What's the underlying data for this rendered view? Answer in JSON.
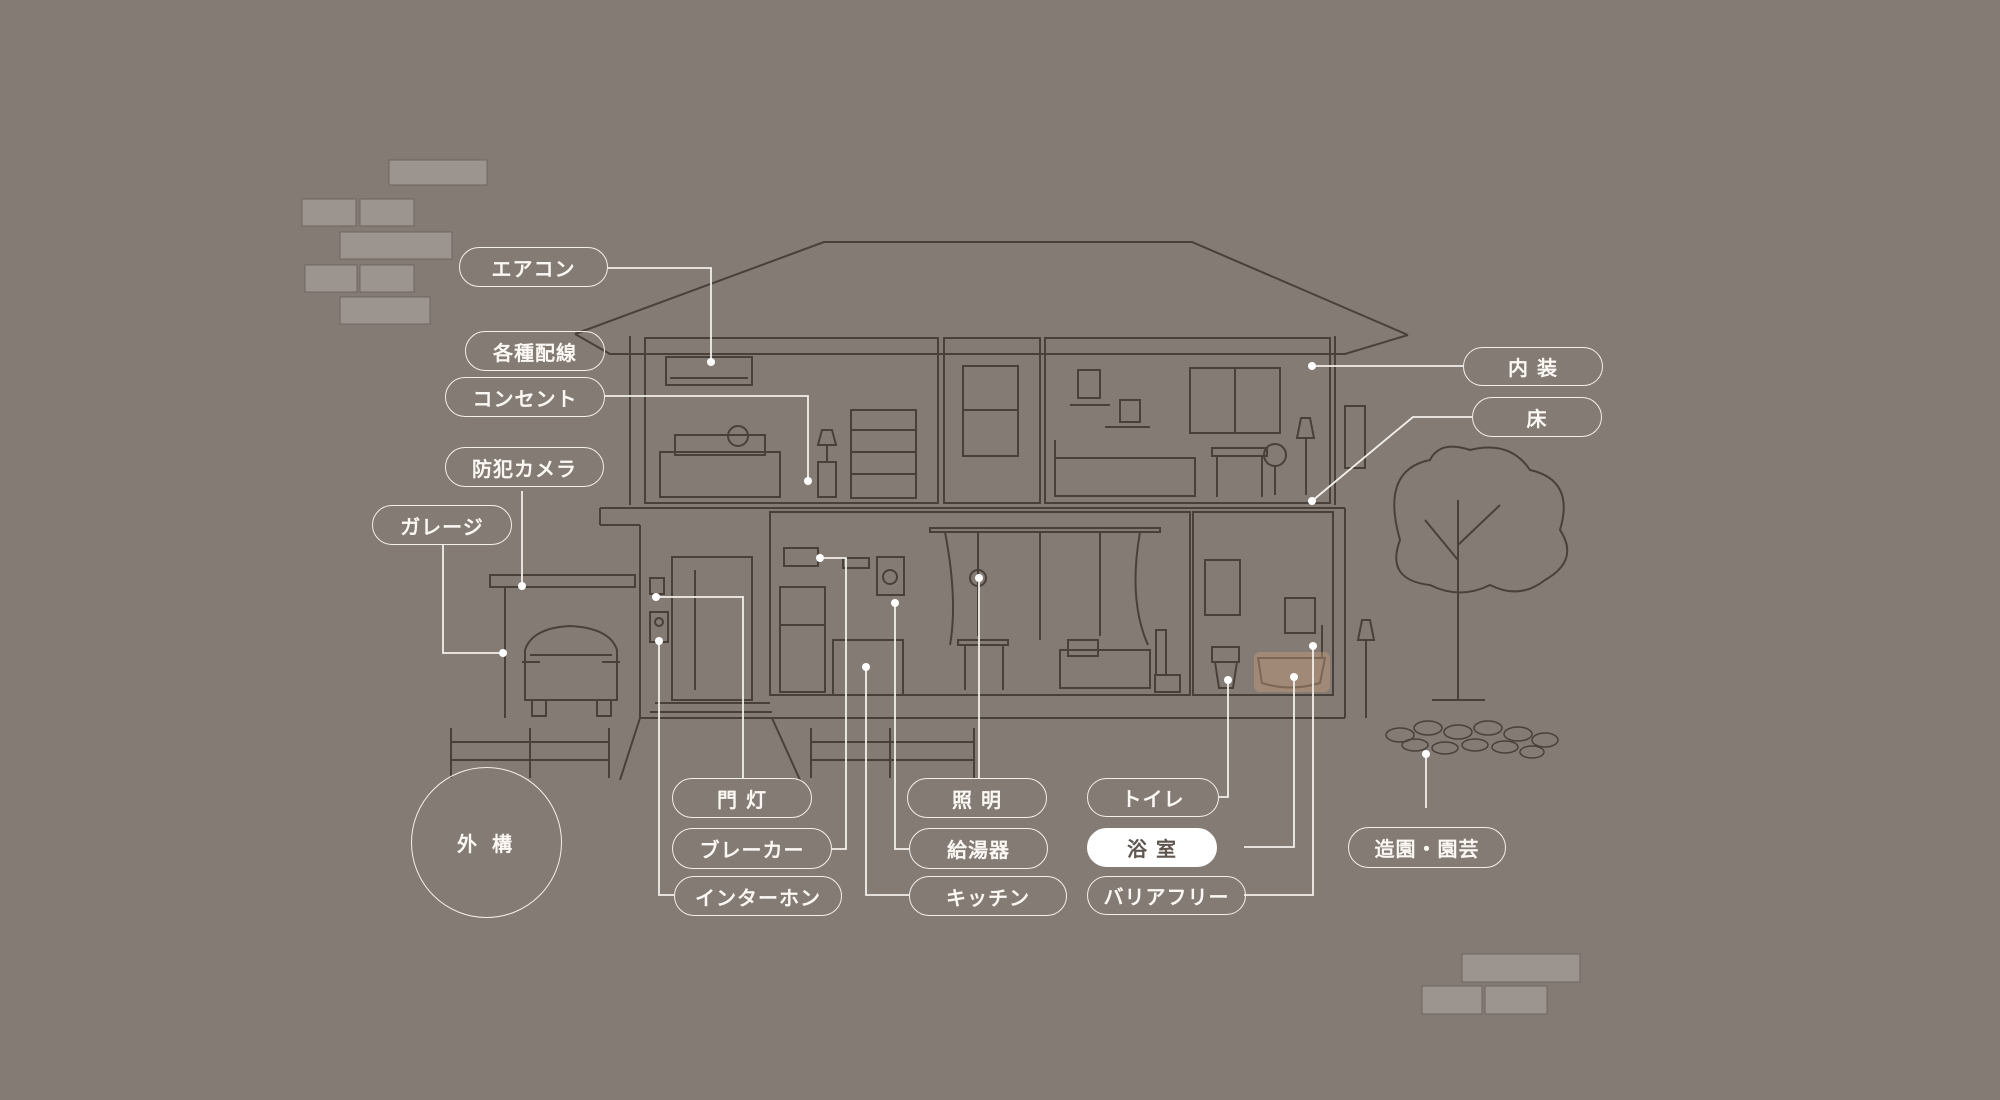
{
  "labels": {
    "aircon": "エアコン",
    "wiring": "各種配線",
    "outlet": "コンセント",
    "camera": "防犯カメラ",
    "garage": "ガレージ",
    "interior": "内 装",
    "floor": "床",
    "gate_light": "門 灯",
    "breaker": "ブレーカー",
    "intercom": "インターホン",
    "lighting": "照 明",
    "water_heater": "給湯器",
    "kitchen": "キッチン",
    "toilet": "トイレ",
    "bathroom": "浴 室",
    "barrier_free": "バリアフリー",
    "landscaping": "造園・園芸",
    "exterior": "外 構"
  },
  "active_label": "bathroom",
  "colors": {
    "background": "#857b75",
    "line": "#f3efeb",
    "sketch": "#4a403a",
    "brick": "#9c948f",
    "highlight": "#c9a27a"
  }
}
